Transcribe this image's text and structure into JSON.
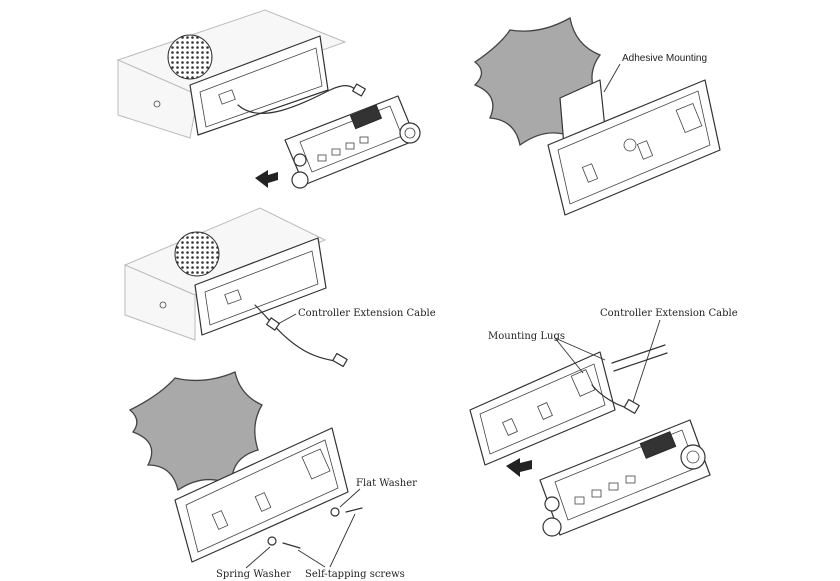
{
  "diagram": {
    "labels": {
      "adhesive_mounting": "Adhesive Mounting",
      "controller_extension_cable_1": "Controller Extension Cable",
      "controller_extension_cable_2": "Controller Extension Cable",
      "mounting_lugs": "Mounting Lugs",
      "flat_washer": "Flat Washer",
      "spring_washer": "Spring Washer",
      "self_tapping_screws": "Self-tapping screws"
    }
  }
}
